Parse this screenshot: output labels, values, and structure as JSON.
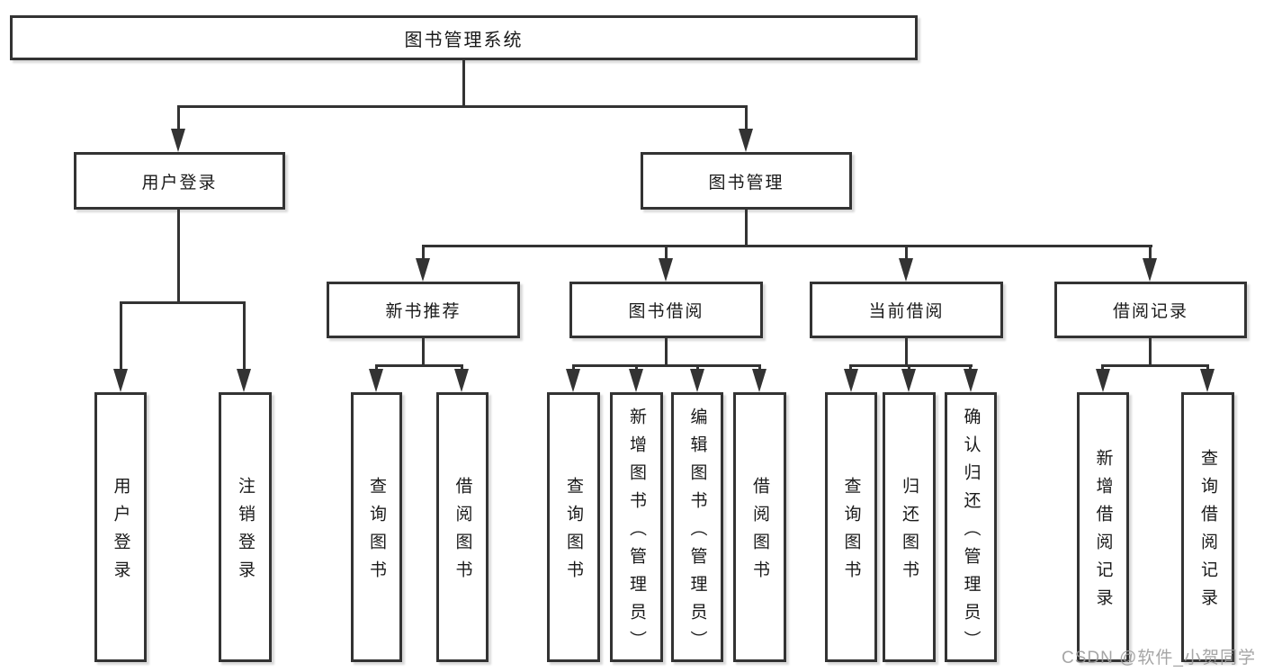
{
  "root": {
    "label": "图书管理系统"
  },
  "user_login_branch": {
    "label": "用户登录",
    "children": [
      {
        "label": "用户登录"
      },
      {
        "label": "注销登录"
      }
    ]
  },
  "book_mgmt_branch": {
    "label": "图书管理",
    "sections": [
      {
        "label": "新书推荐",
        "children": [
          {
            "label": "查询图书"
          },
          {
            "label": "借阅图书"
          }
        ]
      },
      {
        "label": "图书借阅",
        "children": [
          {
            "label": "查询图书"
          },
          {
            "label": "新增图书（管理员）"
          },
          {
            "label": "编辑图书（管理员）"
          },
          {
            "label": "借阅图书"
          }
        ]
      },
      {
        "label": "当前借阅",
        "children": [
          {
            "label": "查询图书"
          },
          {
            "label": "归还图书"
          },
          {
            "label": "确认归还（管理员）"
          }
        ]
      },
      {
        "label": "借阅记录",
        "children": [
          {
            "label": "新增借阅记录"
          },
          {
            "label": "查询借阅记录"
          }
        ]
      }
    ]
  },
  "watermark": {
    "text": "CSDN @软件_小贺同学"
  },
  "colors": {
    "line": "#333333",
    "text": "#1a1a1a",
    "watermark": "#9c9c9c",
    "background": "#ffffff",
    "box_fill": "#ffffff"
  }
}
